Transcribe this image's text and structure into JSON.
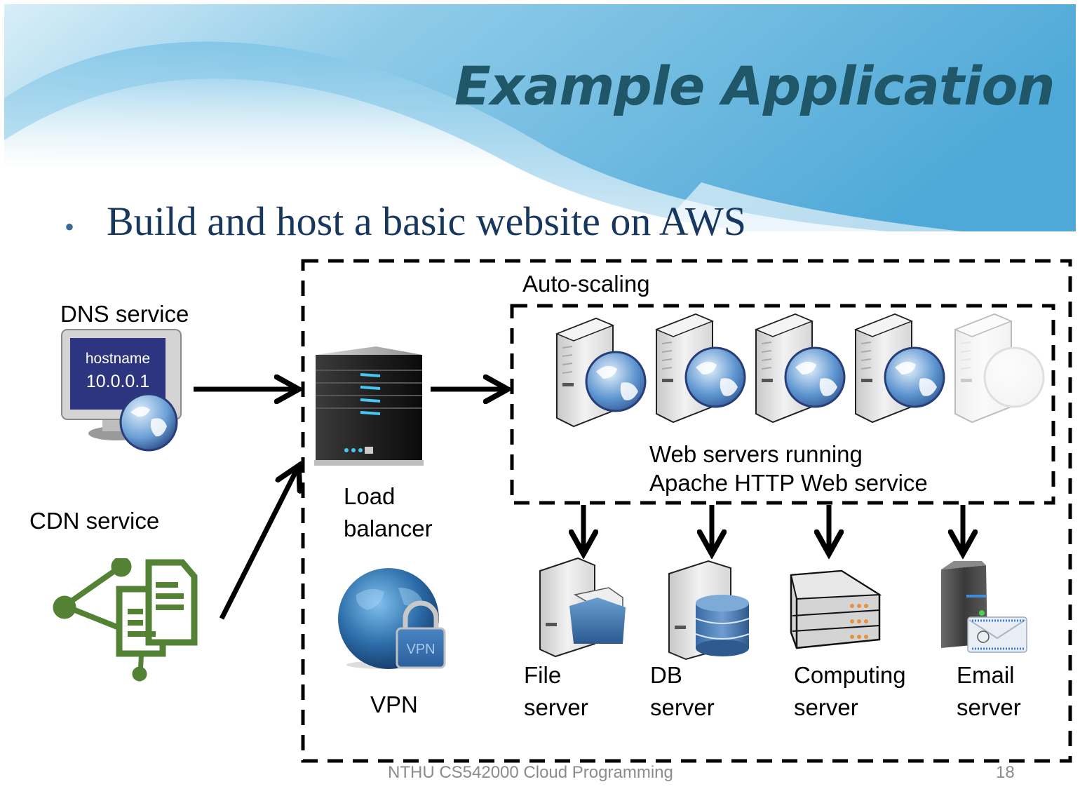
{
  "slide": {
    "title": "Example Application",
    "bullets": [
      {
        "marker": "•",
        "text": "Build and host a basic website on AWS"
      }
    ],
    "footer": {
      "course": "NTHU CS542000 Cloud Programming",
      "page_number": "18"
    }
  },
  "diagram": {
    "external_services": [
      {
        "label": "DNS service",
        "icon": "dns-monitor-globe-icon",
        "screen_lines": [
          "hostname",
          "10.0.0.1"
        ]
      },
      {
        "label": "CDN service",
        "icon": "cdn-share-documents-icon"
      }
    ],
    "outer_group": {
      "label": ""
    },
    "load_balancer": {
      "label_line1": "Load",
      "label_line2": "balancer",
      "icon": "load-balancer-server-icon"
    },
    "vpn": {
      "label": "VPN",
      "icon": "vpn-globe-lock-icon",
      "badge": "VPN"
    },
    "auto_scaling": {
      "label": "Auto-scaling",
      "web_servers": {
        "count_active": 4,
        "count_standby": 1,
        "caption_line1": "Web servers running",
        "caption_line2": "Apache HTTP Web service"
      }
    },
    "backend_servers": [
      {
        "label_line1": "File",
        "label_line2": "server",
        "icon": "file-server-icon"
      },
      {
        "label_line1": "DB",
        "label_line2": "server",
        "icon": "db-server-icon"
      },
      {
        "label_line1": "Computing",
        "label_line2": "server",
        "icon": "computing-server-icon"
      },
      {
        "label_line1": "Email",
        "label_line2": "server",
        "icon": "email-server-icon"
      }
    ],
    "colors": {
      "cdn_green": "#548235",
      "title_teal": "#1f5668",
      "bullet_navy": "#17375e",
      "globe_blue": "#4a7fbf"
    }
  }
}
